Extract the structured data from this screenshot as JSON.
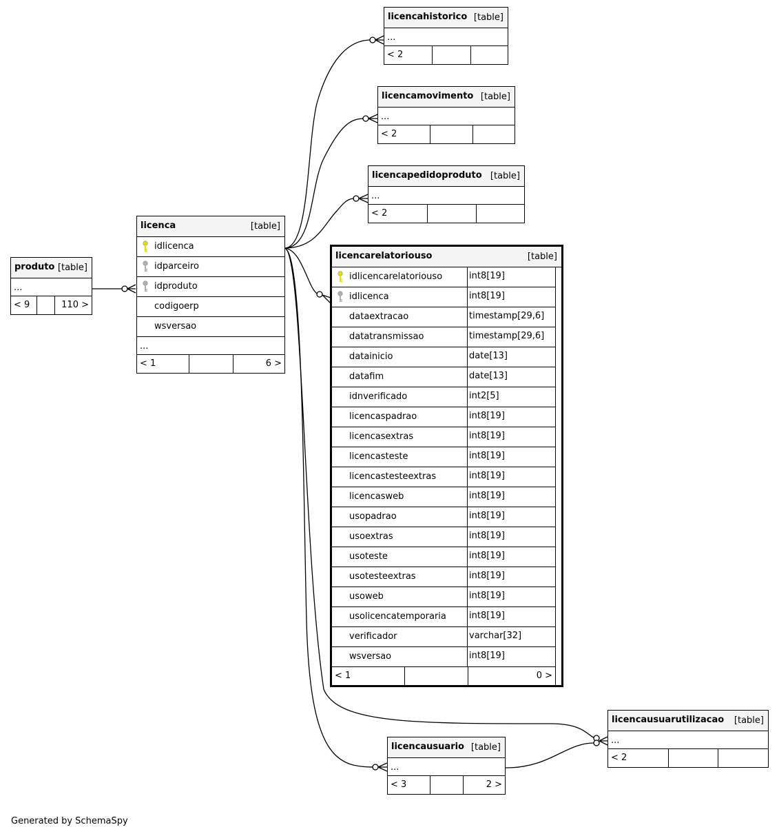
{
  "kind_label": "[table]",
  "credit": "Generated by SchemaSpy",
  "tables": {
    "produto": {
      "name": "produto",
      "ellipsis": "...",
      "foot": [
        "< 9",
        "",
        "110 >"
      ]
    },
    "licenca": {
      "name": "licenca",
      "columns": [
        {
          "name": "idlicenca",
          "key": "primary"
        },
        {
          "name": "idparceiro",
          "key": "foreign"
        },
        {
          "name": "idproduto",
          "key": "foreign"
        },
        {
          "name": "codigoerp",
          "key": ""
        },
        {
          "name": "wsversao",
          "key": ""
        }
      ],
      "ellipsis": "...",
      "foot": [
        "< 1",
        "",
        "6 >"
      ]
    },
    "licencahistorico": {
      "name": "licencahistorico",
      "ellipsis": "...",
      "foot": [
        "< 2",
        "",
        ""
      ]
    },
    "licencamovimento": {
      "name": "licencamovimento",
      "ellipsis": "...",
      "foot": [
        "< 2",
        "",
        ""
      ]
    },
    "licencapedidoproduto": {
      "name": "licencapedidoproduto",
      "ellipsis": "...",
      "foot": [
        "< 2",
        "",
        ""
      ]
    },
    "licencarelatoriouso": {
      "name": "licencarelatoriouso",
      "columns": [
        {
          "name": "idlicencarelatoriouso",
          "type": "int8[19]",
          "key": "primary"
        },
        {
          "name": "idlicenca",
          "type": "int8[19]",
          "key": "foreign"
        },
        {
          "name": "dataextracao",
          "type": "timestamp[29,6]",
          "key": ""
        },
        {
          "name": "datatransmissao",
          "type": "timestamp[29,6]",
          "key": ""
        },
        {
          "name": "datainicio",
          "type": "date[13]",
          "key": ""
        },
        {
          "name": "datafim",
          "type": "date[13]",
          "key": ""
        },
        {
          "name": "idnverificado",
          "type": "int2[5]",
          "key": ""
        },
        {
          "name": "licencaspadrao",
          "type": "int8[19]",
          "key": ""
        },
        {
          "name": "licencasextras",
          "type": "int8[19]",
          "key": ""
        },
        {
          "name": "licencasteste",
          "type": "int8[19]",
          "key": ""
        },
        {
          "name": "licencastesteextras",
          "type": "int8[19]",
          "key": ""
        },
        {
          "name": "licencasweb",
          "type": "int8[19]",
          "key": ""
        },
        {
          "name": "usopadrao",
          "type": "int8[19]",
          "key": ""
        },
        {
          "name": "usoextras",
          "type": "int8[19]",
          "key": ""
        },
        {
          "name": "usoteste",
          "type": "int8[19]",
          "key": ""
        },
        {
          "name": "usotesteextras",
          "type": "int8[19]",
          "key": ""
        },
        {
          "name": "usoweb",
          "type": "int8[19]",
          "key": ""
        },
        {
          "name": "usolicencatemporaria",
          "type": "int8[19]",
          "key": ""
        },
        {
          "name": "verificador",
          "type": "varchar[32]",
          "key": ""
        },
        {
          "name": "wsversao",
          "type": "int8[19]",
          "key": ""
        }
      ],
      "foot": [
        "< 1",
        "",
        "0 >"
      ]
    },
    "licencausuarutilizacao": {
      "name": "licencausuarutilizacao",
      "ellipsis": "...",
      "foot": [
        "< 2",
        "",
        ""
      ]
    },
    "licencausuario": {
      "name": "licencausuario",
      "ellipsis": "...",
      "foot": [
        "< 3",
        "",
        "2 >"
      ]
    }
  },
  "colors": {
    "primary_key": "#e8e000",
    "foreign_key": "#b0b0b0",
    "header_bg": "#f4f4f4",
    "line": "#000000"
  }
}
